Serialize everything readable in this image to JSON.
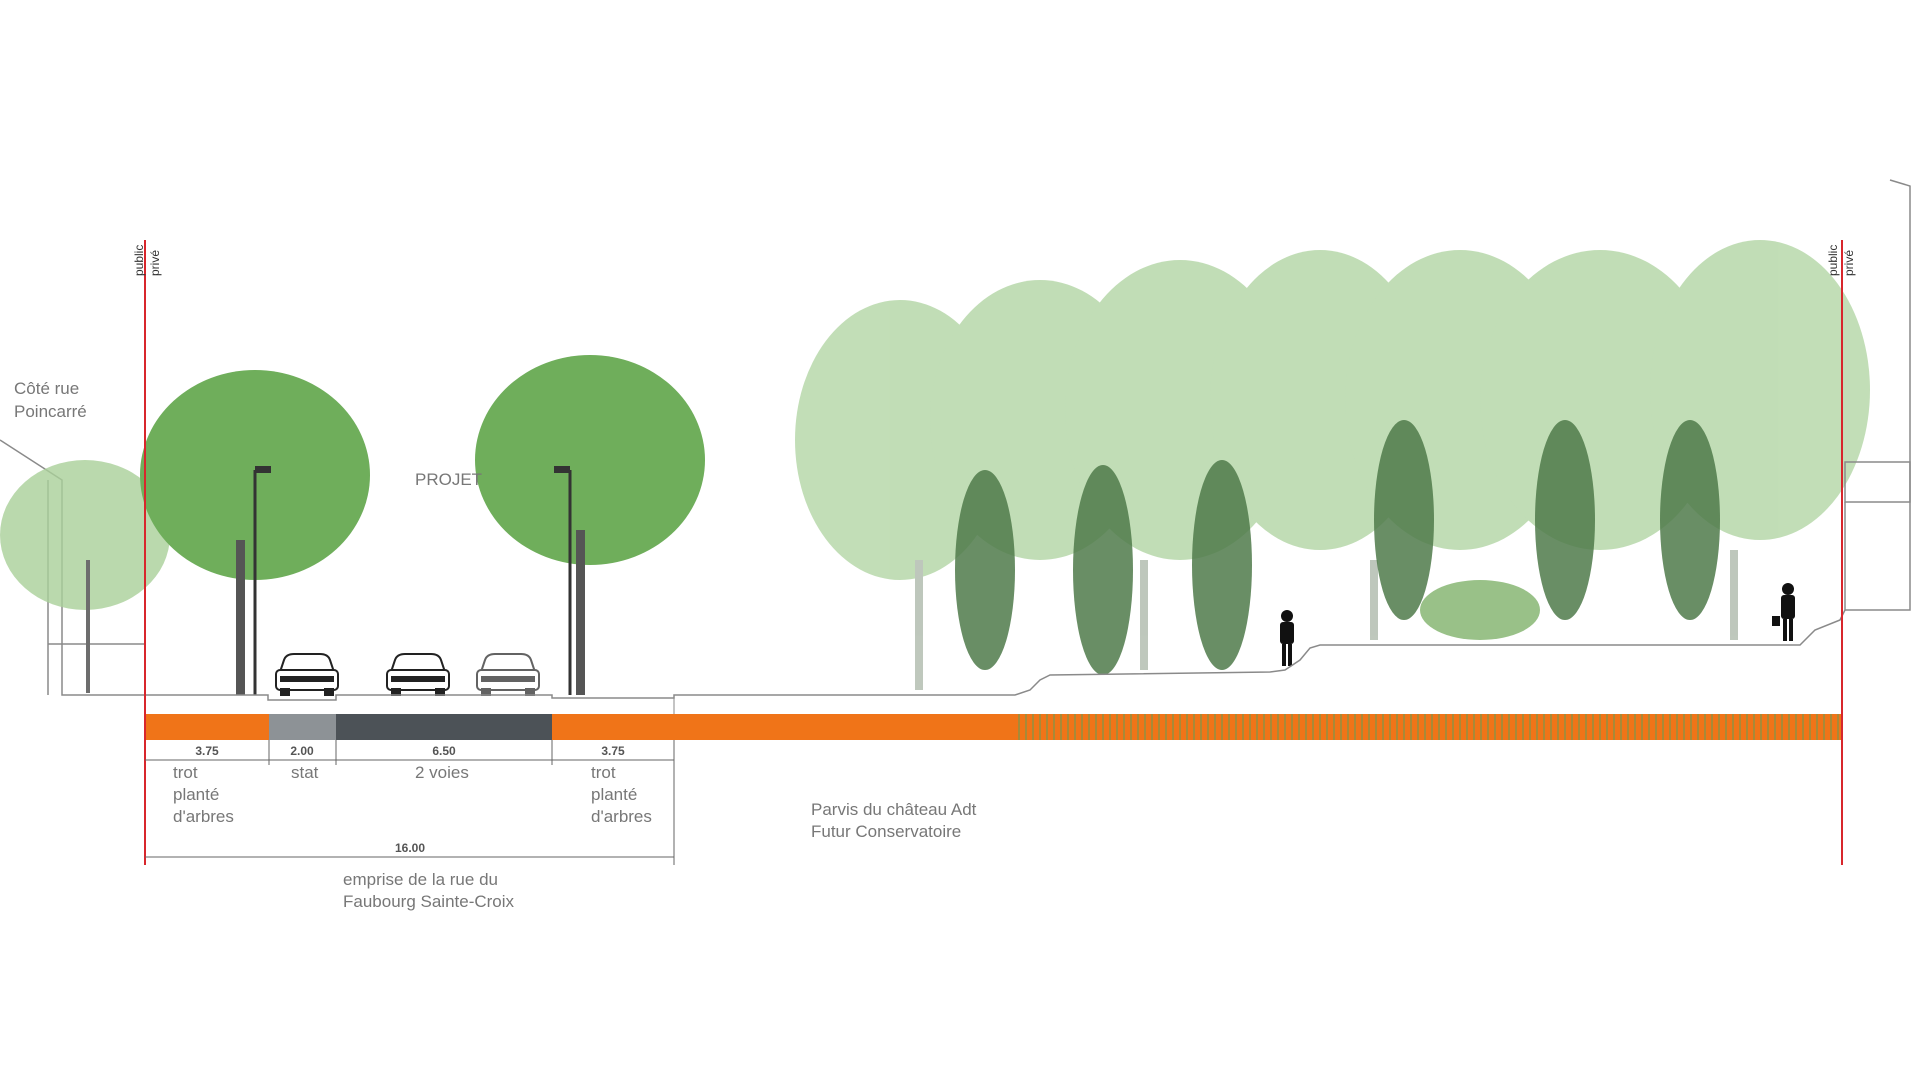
{
  "labels": {
    "cote_rue": [
      "Côté rue",
      "Poincarré"
    ],
    "projet": "PROJET",
    "parvis": [
      "Parvis du château Adt",
      "Futur Conservatoire"
    ],
    "emprise": [
      "emprise de la rue du",
      "Faubourg Sainte-Croix"
    ],
    "public": "public",
    "prive": "privé"
  },
  "segments": [
    {
      "width": "3.75",
      "desc": [
        "trot",
        "planté",
        "d'arbres"
      ]
    },
    {
      "width": "2.00",
      "desc": [
        "stat"
      ]
    },
    {
      "width": "6.50",
      "desc": [
        "2 voies"
      ]
    },
    {
      "width": "3.75",
      "desc": [
        "trot",
        "planté",
        "d'arbres"
      ]
    }
  ],
  "total_width": "16.00",
  "colors": {
    "sidewalk": "#f07418",
    "parking": "#8d9296",
    "road": "#4c5257",
    "parvis_stripe": "#b88a3a",
    "boundary_line": "#d8262c",
    "tree_light": "#9cc98c",
    "tree_dark": "#5f8f58",
    "cypress": "#4f7a4a",
    "outline": "#8a8a8a"
  }
}
